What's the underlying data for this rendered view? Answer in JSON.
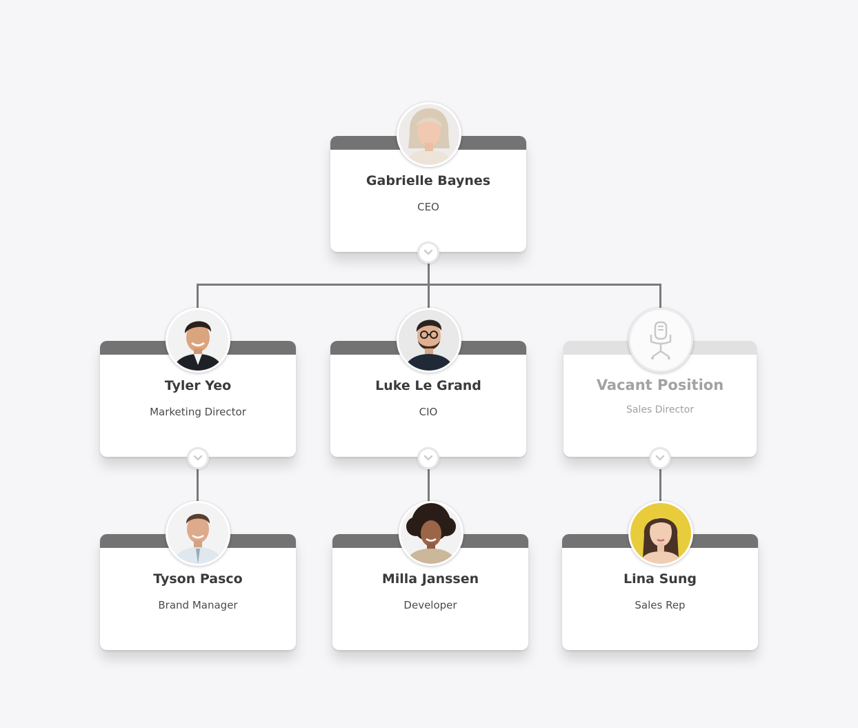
{
  "chart": {
    "ceo": {
      "name": "Gabrielle Baynes",
      "role": "CEO"
    },
    "directors": [
      {
        "name": "Tyler Yeo",
        "role": "Marketing Director"
      },
      {
        "name": "Luke Le Grand",
        "role": "CIO"
      },
      {
        "name": "Vacant Position",
        "role": "Sales Director"
      }
    ],
    "reports": [
      {
        "name": "Tyson Pasco",
        "role": "Brand Manager"
      },
      {
        "name": "Milla Janssen",
        "role": "Developer"
      },
      {
        "name": "Lina Sung",
        "role": "Sales Rep"
      }
    ]
  },
  "colors": {
    "background": "#f6f6f8",
    "card_bar": "#737373",
    "connector": "#7a7a7a",
    "vacant_bar": "#e1e1e1"
  },
  "icons": {
    "toggle": "chevron-down-icon",
    "vacant": "office-chair-icon"
  }
}
